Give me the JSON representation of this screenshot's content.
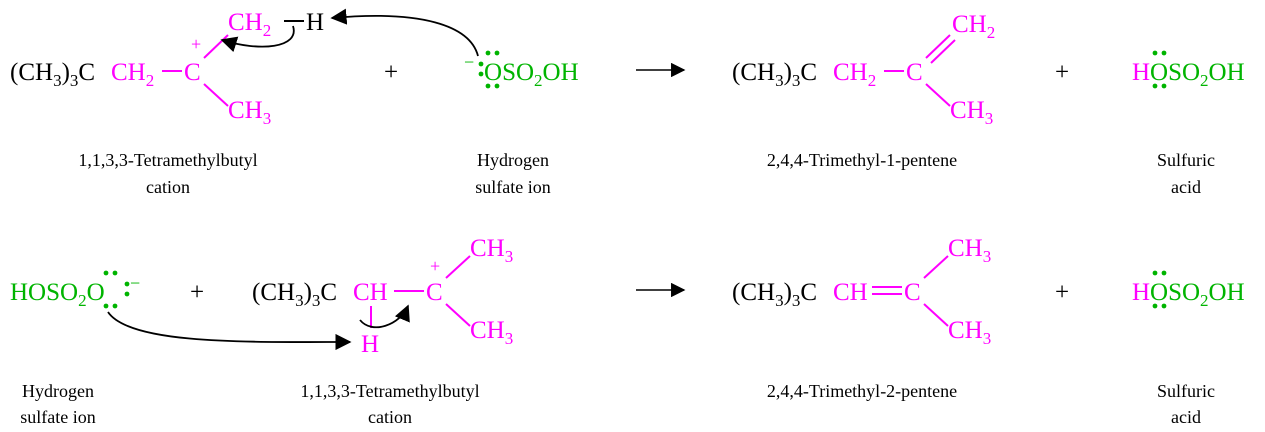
{
  "colors": {
    "black": "#000000",
    "magenta": "#ff00ff",
    "green": "#00b400"
  },
  "reaction1": {
    "cation_prefix": "(CH",
    "cation_prefix_sub": "3",
    "cation_prefix_end": ")",
    "cation_prefix_sub2": "3",
    "cation_C": "C",
    "cation_CH2_main": "CH",
    "cation_CH2_sub": "2",
    "cation_center": "C",
    "cation_top_main": "CH",
    "cation_top_sub": "2",
    "hydrogen": "H",
    "cation_bottom_main": "CH",
    "cation_bottom_sub": "3",
    "plus_charge": "+",
    "plus_1": "+",
    "anion_charge": "−",
    "anion_O": "O",
    "anion_rest": "SO",
    "anion_rest_sub": "2",
    "anion_rest_end": "OH",
    "arrow": "⟶",
    "product_prefix": "(CH",
    "product_prefix_sub": "3",
    "product_prefix_end": ")",
    "product_prefix_sub2": "3",
    "product_C": "C",
    "product_CH2_main": "CH",
    "product_CH2_sub": "2",
    "product_center": "C",
    "product_top_main": "CH",
    "product_top_sub": "2",
    "product_bottom_main": "CH",
    "product_bottom_sub": "3",
    "plus_2": "+",
    "acid_H": "H",
    "acid_O": "O",
    "acid_rest": "SO",
    "acid_rest_sub": "2",
    "acid_rest_end": "OH",
    "label_cation_1": "1,1,3,3-Tetramethylbutyl",
    "label_cation_2": "cation",
    "label_anion_1": "Hydrogen",
    "label_anion_2": "sulfate ion",
    "label_product": "2,4,4-Trimethyl-1-pentene",
    "label_acid_1": "Sulfuric",
    "label_acid_2": "acid"
  },
  "reaction2": {
    "anion_left": "HOSO",
    "anion_left_sub": "2",
    "anion_O": "O",
    "anion_charge": "−",
    "plus_1": "+",
    "cation_prefix": "(CH",
    "cation_prefix_sub": "3",
    "cation_prefix_end": ")",
    "cation_prefix_sub2": "3",
    "cation_C": "C",
    "cation_CH": "CH",
    "hydrogen": "H",
    "cation_center": "C",
    "plus_charge": "+",
    "cation_top_main": "CH",
    "cation_top_sub": "3",
    "cation_bottom_main": "CH",
    "cation_bottom_sub": "3",
    "arrow": "⟶",
    "product_prefix": "(CH",
    "product_prefix_sub": "3",
    "product_prefix_end": ")",
    "product_prefix_sub2": "3",
    "product_C": "C",
    "product_CH": "CH",
    "product_center": "C",
    "product_top_main": "CH",
    "product_top_sub": "3",
    "product_bottom_main": "CH",
    "product_bottom_sub": "3",
    "plus_2": "+",
    "acid_H": "H",
    "acid_O": "O",
    "acid_rest": "SO",
    "acid_rest_sub": "2",
    "acid_rest_end": "OH",
    "label_anion_1": "Hydrogen",
    "label_anion_2": "sulfate ion",
    "label_cation_1": "1,1,3,3-Tetramethylbutyl",
    "label_cation_2": "cation",
    "label_product": "2,4,4-Trimethyl-2-pentene",
    "label_acid_1": "Sulfuric",
    "label_acid_2": "acid"
  }
}
